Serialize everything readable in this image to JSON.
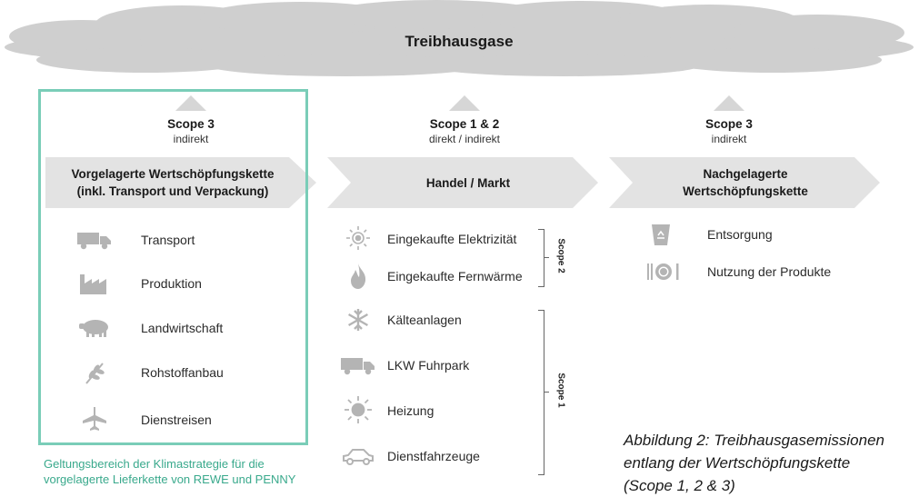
{
  "cloud": {
    "title": "Treibhausgase"
  },
  "columns": [
    {
      "scope_title": "Scope 3",
      "scope_sub": "indirekt",
      "chevron_line1": "Vorgelagerte Wertschöpfungskette",
      "chevron_line2": "(inkl. Transport und Verpackung)",
      "items": [
        {
          "label": "Transport",
          "icon": "truck-icon"
        },
        {
          "label": "Produktion",
          "icon": "factory-icon"
        },
        {
          "label": "Landwirtschaft",
          "icon": "pig-icon"
        },
        {
          "label": "Rohstoffanbau",
          "icon": "leaf-icon"
        },
        {
          "label": "Dienstreisen",
          "icon": "airplane-icon"
        }
      ]
    },
    {
      "scope_title": "Scope 1 & 2",
      "scope_sub": "direkt / indirekt",
      "chevron_line1": "Handel / Markt",
      "items": [
        {
          "label": "Eingekaufte Elektrizität",
          "icon": "lightbulb-icon"
        },
        {
          "label": "Eingekaufte Fernwärme",
          "icon": "flame-icon"
        },
        {
          "label": "Kälteanlagen",
          "icon": "snowflake-icon"
        },
        {
          "label": "LKW Fuhrpark",
          "icon": "truck-icon"
        },
        {
          "label": "Heizung",
          "icon": "sun-icon"
        },
        {
          "label": "Dienstfahrzeuge",
          "icon": "car-icon"
        }
      ],
      "brackets": [
        {
          "label": "Scope 2"
        },
        {
          "label": "Scope 1"
        }
      ]
    },
    {
      "scope_title": "Scope 3",
      "scope_sub": "indirekt",
      "chevron_line1": "Nachgelagerte",
      "chevron_line2": "Wertschöpfungskette",
      "items": [
        {
          "label": "Entsorgung",
          "icon": "recycle-bin-icon"
        },
        {
          "label": "Nutzung der Produkte",
          "icon": "cutlery-icon"
        }
      ]
    }
  ],
  "green_note": {
    "line1": "Geltungsbereich der Klimastrategie für die",
    "line2": "vorgelagerte Lieferkette von REWE und PENNY"
  },
  "caption": {
    "line1": "Abbildung 2: Treibhausgasemissionen",
    "line2": "entlang der Wertschöpfungskette",
    "line3": "(Scope 1, 2 & 3)"
  },
  "colors": {
    "cloud": "#cfcfcf",
    "chevron": "#e3e3e3",
    "icon": "#b4b4b4",
    "green": "#7acdb8",
    "green_text": "#39a98c"
  }
}
